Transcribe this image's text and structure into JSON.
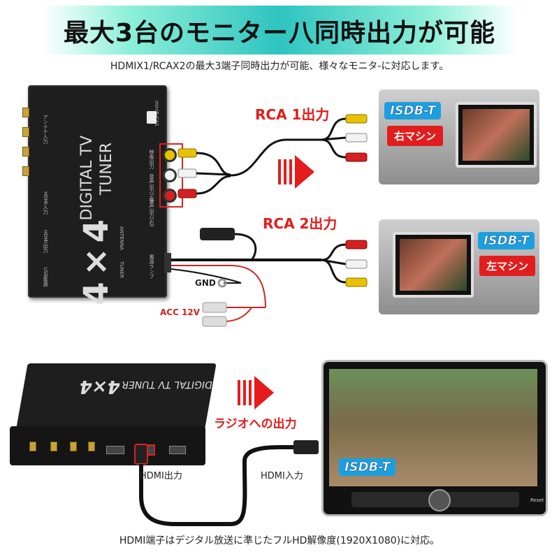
{
  "header": {
    "title": "最大3台のモニター八同時出力が可能",
    "subtitle": "HDMIX1/RCAX2の最大3端子同時出力が可能、様々なモニタ-に対応します。"
  },
  "tuner_top": {
    "brand_line1": "DIGITAL TV",
    "brand_line2": "TUNER",
    "model": "4×4",
    "antenna_label": "ANTENNA",
    "tuner_word": "TUNER",
    "port_labels": [
      "アンテナ入力",
      "HDMI入力",
      "HDMI出力",
      "USB電源",
      "映像出力",
      "音声出力(左)",
      "音声出力(右)",
      "miniB-CAS",
      "電源ランプ"
    ]
  },
  "rca1": {
    "label": "RCA 1出力",
    "badge": "ISDB-T",
    "machine": "右マシン"
  },
  "rca2": {
    "label": "RCA 2出力",
    "badge": "ISDB-T",
    "machine": "左マシン"
  },
  "wiring": {
    "gnd": "GND",
    "acc": "ACC 12V"
  },
  "bottom": {
    "radio_label": "ラジオへの出力",
    "hdmi_out": "HDMI出力",
    "hdmi_in": "HDMI入力",
    "badge": "ISDB-T",
    "reset": "Reset",
    "tuner_brand": "DIGITAL TV TUNER",
    "tuner_model": "4×4"
  },
  "footer": {
    "text": "HDMI端子はデジタル放送に準じたフルHD解像度(1920X1080)に対応。"
  },
  "colors": {
    "accent_red": "#e41c1c",
    "isdb_blue": "#1aa0e0",
    "title_gradient_mid": "#2ec4c0"
  }
}
